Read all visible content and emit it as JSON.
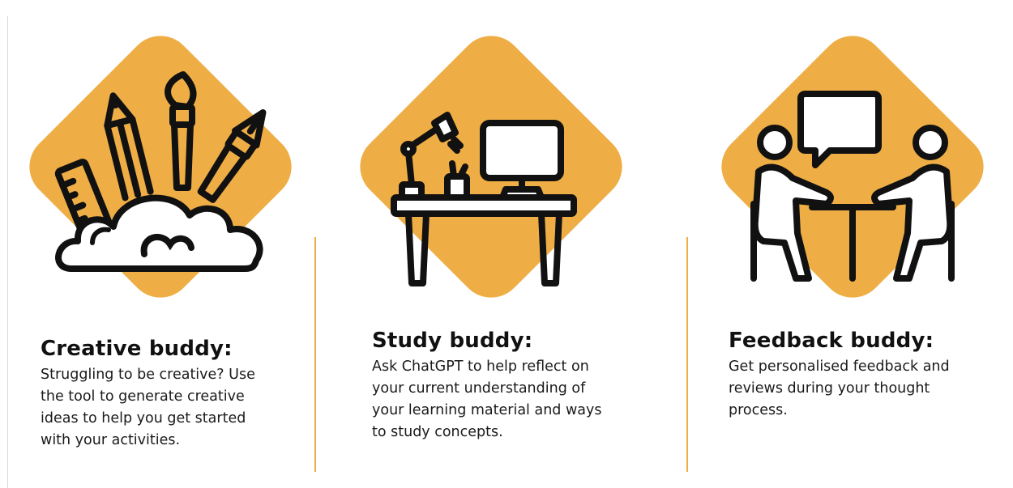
{
  "colors": {
    "accent": "#efae45",
    "ink": "#111111",
    "divider": "#efae45"
  },
  "cards": [
    {
      "title": "Creative buddy:",
      "body_lines": [
        "Struggling to be creative? Use",
        "the tool to generate creative",
        "ideas to help you get started",
        "with your activities."
      ],
      "icon": "art-supplies-cloud-icon"
    },
    {
      "title": "Study buddy:",
      "body_lines": [
        "Ask ChatGPT to help reflect on",
        "your current understanding of",
        "your learning material and ways",
        "to study concepts."
      ],
      "icon": "study-desk-icon"
    },
    {
      "title": "Feedback buddy:",
      "body_lines": [
        "Get personalised feedback and",
        "reviews during your thought",
        "process."
      ],
      "icon": "two-people-conversation-icon"
    }
  ]
}
